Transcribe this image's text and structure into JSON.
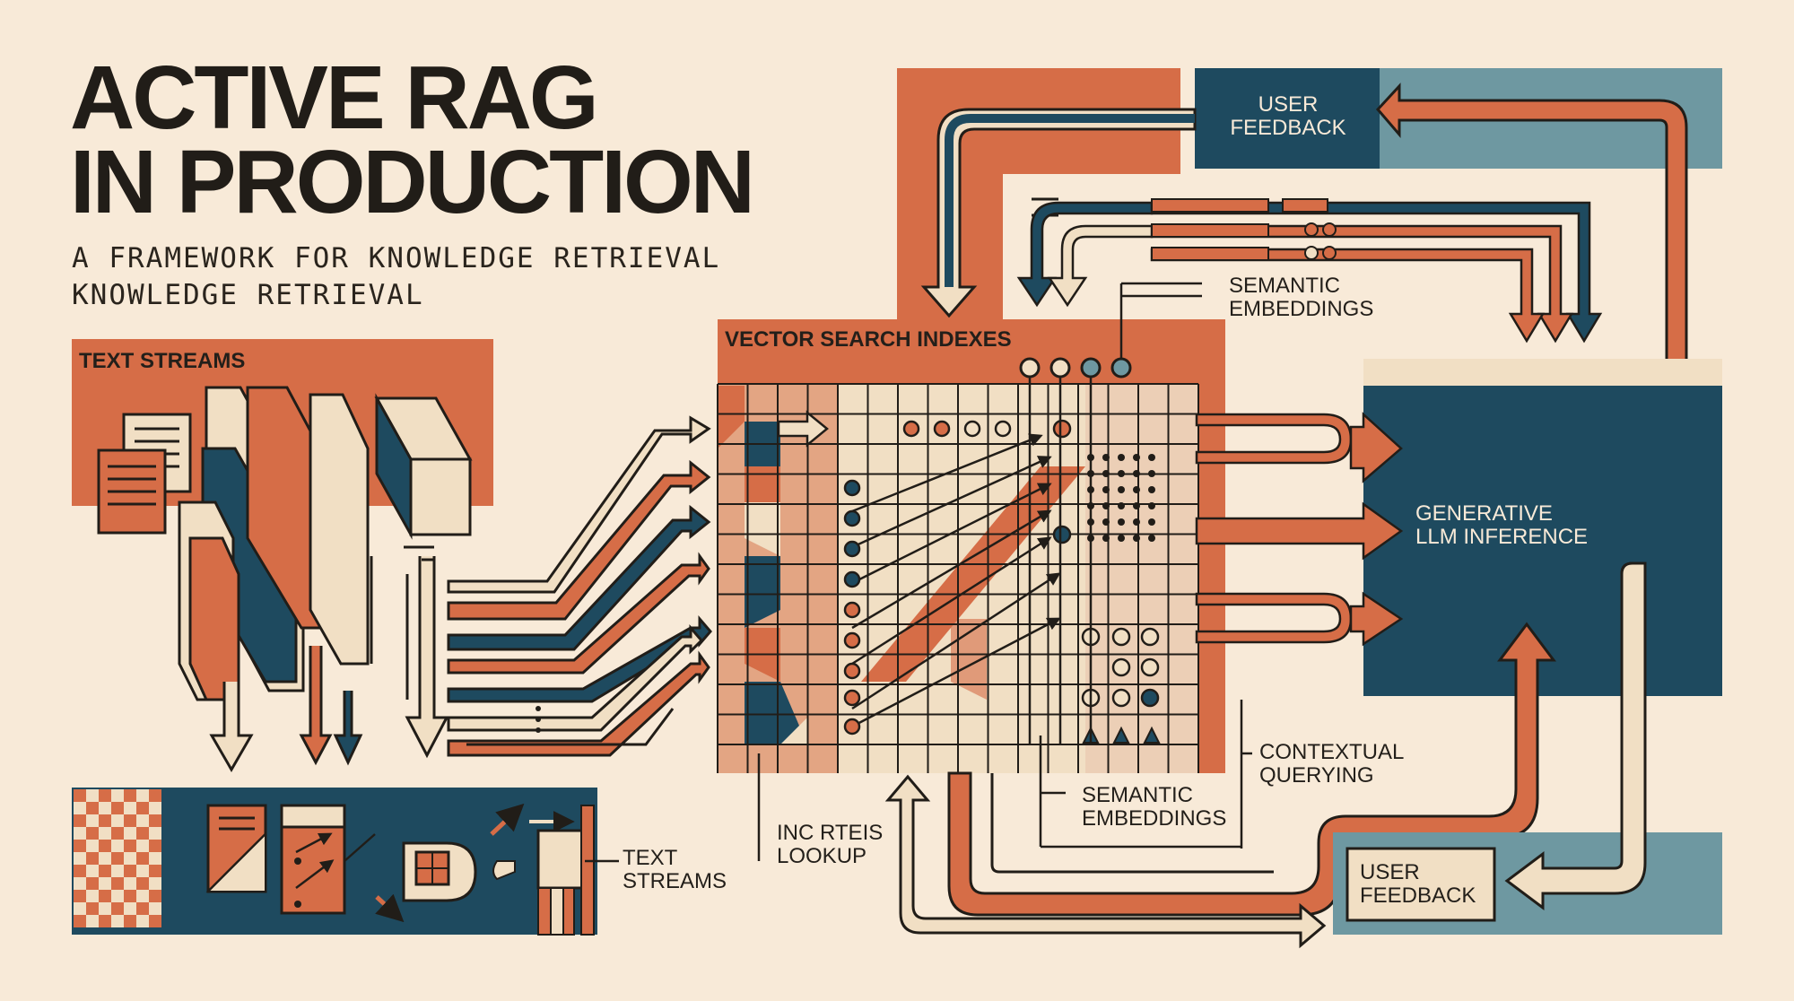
{
  "title": {
    "line1": "ACTIVE RAG",
    "line2": "IN PRODUCTION"
  },
  "subtitle": {
    "line1": "A FRAMEWORK FOR KNOWLEDGE RETRIEVAL",
    "line2": "KNOWLEDGE RETRIEVAL"
  },
  "labels": {
    "text_streams_top": "TEXT STREAMS",
    "vector_search": "VECTOR SEARCH INDEXES",
    "semantic_top": {
      "line1": "SEMANTIC",
      "line2": "EMBEDDINGS"
    },
    "user_feedback_top": {
      "line1": "USER",
      "line2": "FEEDBACK"
    },
    "generative": {
      "line1": "GENERATIVE",
      "line2": "LLM INFERENCE"
    },
    "contextual": {
      "line1": "CONTEXTUAL",
      "line2": "QUERYING"
    },
    "semantic_bottom": {
      "line1": "SEMANTIC",
      "line2": "EMBEDDINGS"
    },
    "inc_lookup": {
      "line1": "INC RTEIS",
      "line2": "LOOKUP"
    },
    "text_streams_bottom": {
      "line1": "TEXT",
      "line2": "STREAMS"
    },
    "user_feedback_bottom": {
      "line1": "USER",
      "line2": "FEEDBACK"
    }
  },
  "colors": {
    "background": "#f8ead8",
    "orange": "#d66d47",
    "teal": "#1e4a5f",
    "slate": "#6e98a1",
    "ink": "#211d18",
    "cream": "#f1dfc4"
  }
}
